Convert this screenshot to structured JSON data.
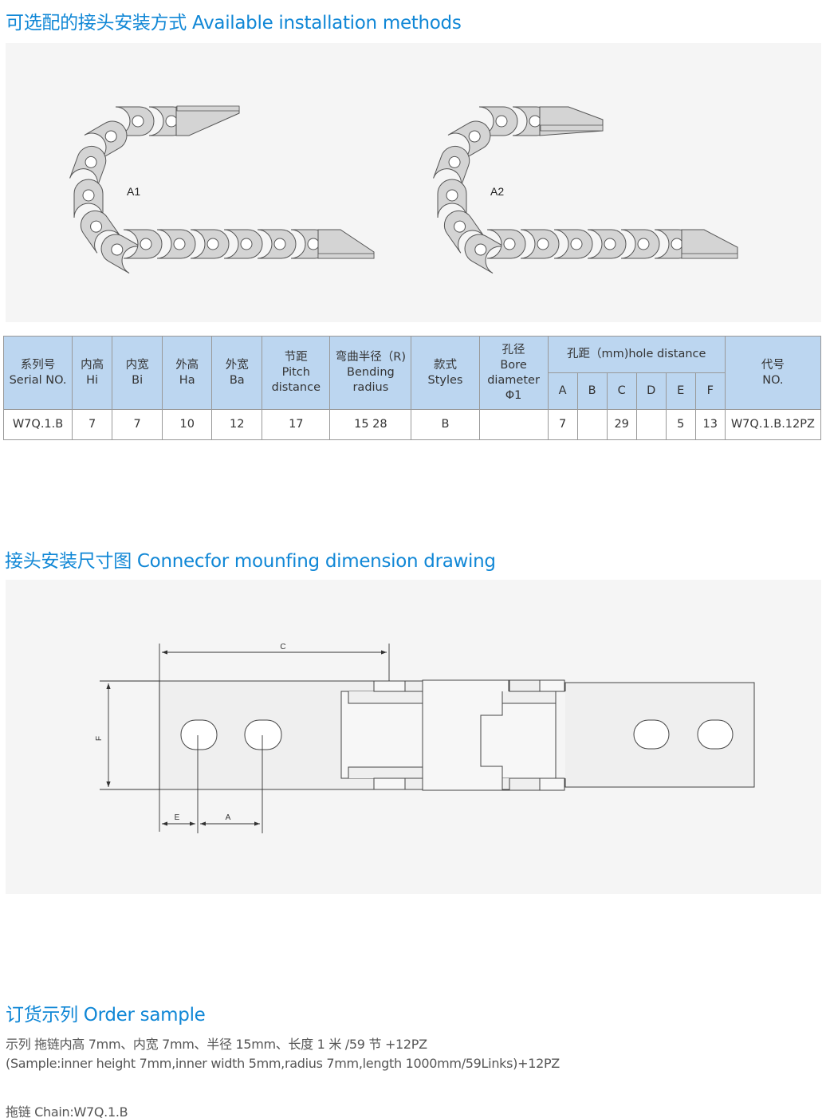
{
  "section1": {
    "title": "可选配的接头安装方式 Available installation methods",
    "diagrams": [
      {
        "label": "A1"
      },
      {
        "label": "A2"
      }
    ]
  },
  "table": {
    "headers": {
      "serial": {
        "cn": "系列号",
        "en": "Serial NO."
      },
      "hi": {
        "cn": "内高",
        "en": "Hi"
      },
      "bi": {
        "cn": "内宽",
        "en": "Bi"
      },
      "ha": {
        "cn": "外高",
        "en": "Ha"
      },
      "ba": {
        "cn": "外宽",
        "en": "Ba"
      },
      "pitch": {
        "cn": "节距",
        "en1": "Pitch",
        "en2": "distance"
      },
      "radius": {
        "cn": "弯曲半径（R)",
        "en1": "Bending",
        "en2": "radius"
      },
      "styles": {
        "cn": "款式",
        "en": "Styles"
      },
      "bore": {
        "cn": "孔径",
        "en1": "Bore",
        "en2": "diameter",
        "en3": "Φ1"
      },
      "hole": {
        "label": "孔距（mm)hole distance",
        "cols": [
          "A",
          "B",
          "C",
          "D",
          "E",
          "F"
        ]
      },
      "no": {
        "cn": "代号",
        "en": "NO."
      }
    },
    "row": {
      "serial": "W7Q.1.B",
      "hi": "7",
      "bi": "7",
      "ha": "10",
      "ba": "12",
      "pitch": "17",
      "radius": "15 28",
      "styles": "B",
      "bore": "",
      "hole": [
        "7",
        "",
        "29",
        "",
        "5",
        "13"
      ],
      "no": "W7Q.1.B.12PZ"
    }
  },
  "section2": {
    "title": "接头安装尺寸图 Connecfor mounfing dimension drawing",
    "dims": {
      "c": "C",
      "f": "F",
      "e": "E",
      "a": "A"
    }
  },
  "section3": {
    "title": "订货示列 Order sample",
    "line1": "示列 拖链内高 7mm、内宽 7mm、半径 15mm、长度 1 米 /59 节 +12PZ",
    "line2": "(Sample:inner height 7mm,inner width 5mm,radius 7mm,length 1000mm/59Links)+12PZ",
    "line3": "拖链 Chain:W7Q.1.B"
  },
  "colors": {
    "accent": "#1087d6",
    "header_bg": "#bcd6f0",
    "panel_bg": "#f5f5f5",
    "link_fill": "#d4d4d4"
  }
}
